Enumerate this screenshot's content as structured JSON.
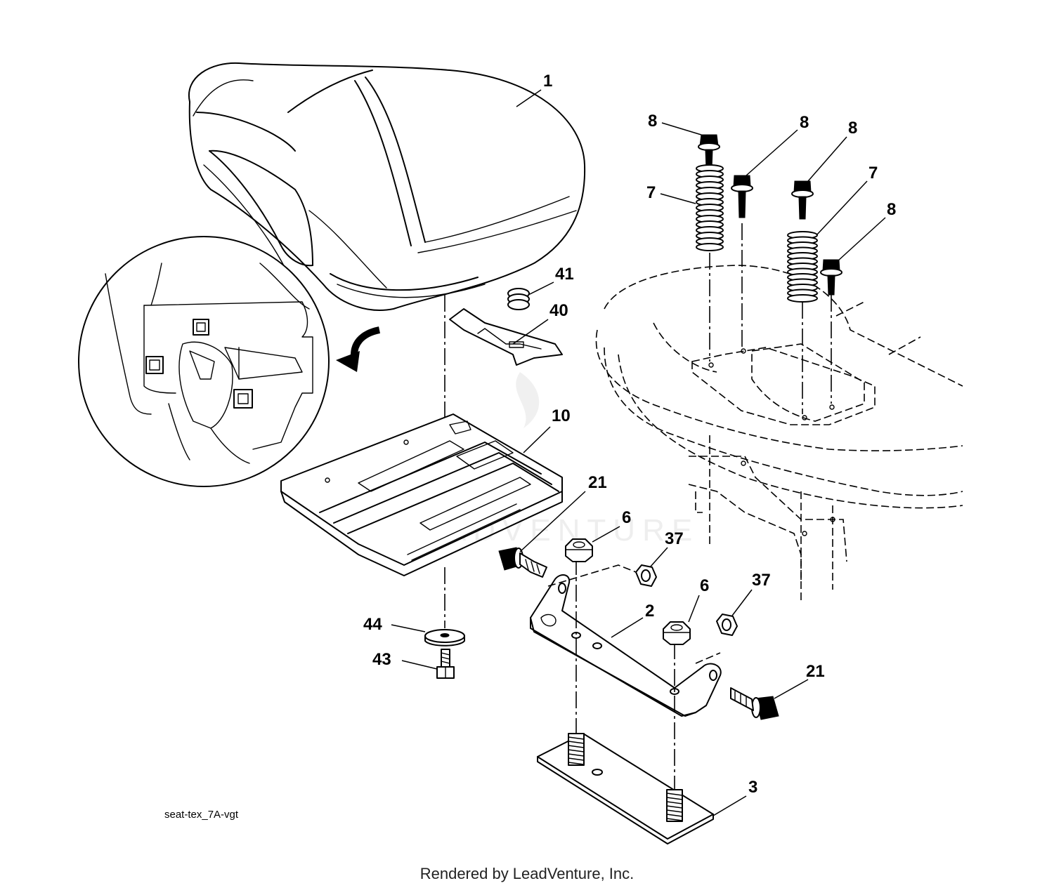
{
  "diagram": {
    "callouts": [
      {
        "id": "c1",
        "text": "1"
      },
      {
        "id": "c8a",
        "text": "8"
      },
      {
        "id": "c8b",
        "text": "8"
      },
      {
        "id": "c8c",
        "text": "8"
      },
      {
        "id": "c8d",
        "text": "8"
      },
      {
        "id": "c7a",
        "text": "7"
      },
      {
        "id": "c7b",
        "text": "7"
      },
      {
        "id": "c41",
        "text": "41"
      },
      {
        "id": "c40",
        "text": "40"
      },
      {
        "id": "c10",
        "text": "10"
      },
      {
        "id": "c21a",
        "text": "21"
      },
      {
        "id": "c6a",
        "text": "6"
      },
      {
        "id": "c37a",
        "text": "37"
      },
      {
        "id": "c6b",
        "text": "6"
      },
      {
        "id": "c37b",
        "text": "37"
      },
      {
        "id": "c2",
        "text": "2"
      },
      {
        "id": "c44",
        "text": "44"
      },
      {
        "id": "c43",
        "text": "43"
      },
      {
        "id": "c21b",
        "text": "21"
      },
      {
        "id": "c3",
        "text": "3"
      }
    ],
    "figure_code": "seat-tex_7A-vgt",
    "watermark": "LEADVENTURE"
  },
  "footer": {
    "credit": "Rendered by LeadVenture, Inc."
  }
}
